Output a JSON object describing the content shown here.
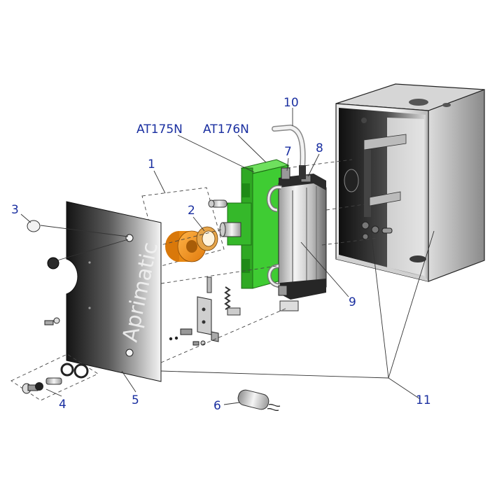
{
  "diagram": {
    "callouts": {
      "c1": "1",
      "c2": "2",
      "c3": "3",
      "c4": "4",
      "c5": "5",
      "c6": "6",
      "c7": "7",
      "c8": "8",
      "c9": "9",
      "c10": "10",
      "c11": "11",
      "at175n": "AT175N",
      "at176n": "AT176N"
    },
    "cover_brand": "Aprimatic"
  },
  "colors": {
    "callout": "#1a2fa0",
    "green_block": "#3fcc33",
    "orange_pulley": "#f59a1c",
    "steel_dark": "#1c1c1c",
    "steel_light": "#f2f2f2"
  }
}
